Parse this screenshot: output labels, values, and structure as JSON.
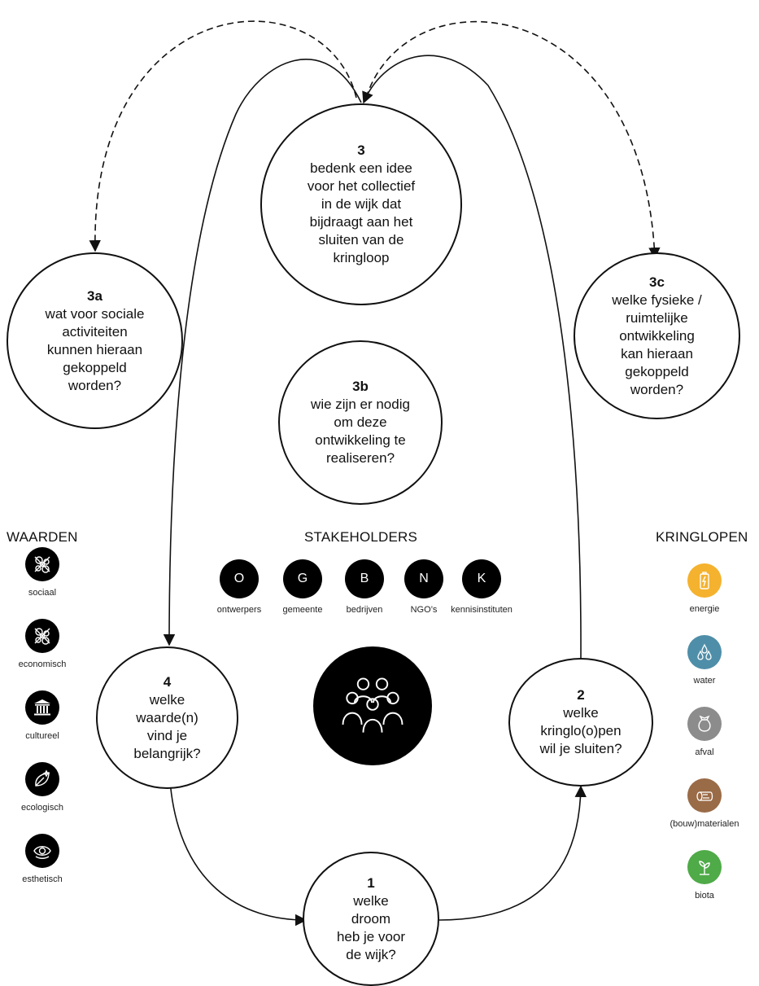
{
  "circles": {
    "c3": {
      "num": "3",
      "text": "bedenk een idee\nvoor het collectief\nin de wijk dat\nbijdraagt aan het\nsluiten van de\nkringloop"
    },
    "c3a": {
      "num": "3a",
      "text": "wat voor sociale\nactiviteiten\nkunnen hieraan\ngekoppeld\nworden?"
    },
    "c3b": {
      "num": "3b",
      "text": "wie zijn er nodig\nom deze\nontwikkeling te\nrealiseren?"
    },
    "c3c": {
      "num": "3c",
      "text": "welke fysieke /\nruimtelijke\nontwikkeling\nkan hieraan\ngekoppeld\nworden?"
    },
    "c4": {
      "num": "4",
      "text": "welke\nwaarde(n)\nvind je\nbelangrijk?"
    },
    "c2": {
      "num": "2",
      "text": "welke\nkringlo(o)pen\nwil je sluiten?"
    },
    "c1": {
      "num": "1",
      "text": "welke\ndroom\nheb je voor\nde wijk?"
    }
  },
  "waarden": {
    "title": "WAARDEN",
    "items": [
      {
        "label": "sociaal",
        "icon": "network-icon"
      },
      {
        "label": "economisch",
        "icon": "network-icon"
      },
      {
        "label": "cultureel",
        "icon": "temple-icon"
      },
      {
        "label": "ecologisch",
        "icon": "leaf-icon"
      },
      {
        "label": "esthetisch",
        "icon": "eye-icon"
      }
    ]
  },
  "stakeholders": {
    "title": "STAKEHOLDERS",
    "items": [
      {
        "letter": "O",
        "label": "ontwerpers"
      },
      {
        "letter": "G",
        "label": "gemeente"
      },
      {
        "letter": "B",
        "label": "bedrijven"
      },
      {
        "letter": "N",
        "label": "NGO’s"
      },
      {
        "letter": "K",
        "label": "kennisinstituten"
      }
    ],
    "center_icon": "people-group-icon"
  },
  "kringlopen": {
    "title": "KRINGLOPEN",
    "items": [
      {
        "label": "energie",
        "icon": "battery-icon",
        "color": "#F5B22E"
      },
      {
        "label": "water",
        "icon": "droplets-icon",
        "color": "#4F8EA8"
      },
      {
        "label": "afval",
        "icon": "trash-bag-icon",
        "color": "#8C8C8C"
      },
      {
        "label": "(bouw)materialen",
        "icon": "log-icon",
        "color": "#9A6B47"
      },
      {
        "label": "biota",
        "icon": "sprout-icon",
        "color": "#4FAA48"
      }
    ]
  }
}
